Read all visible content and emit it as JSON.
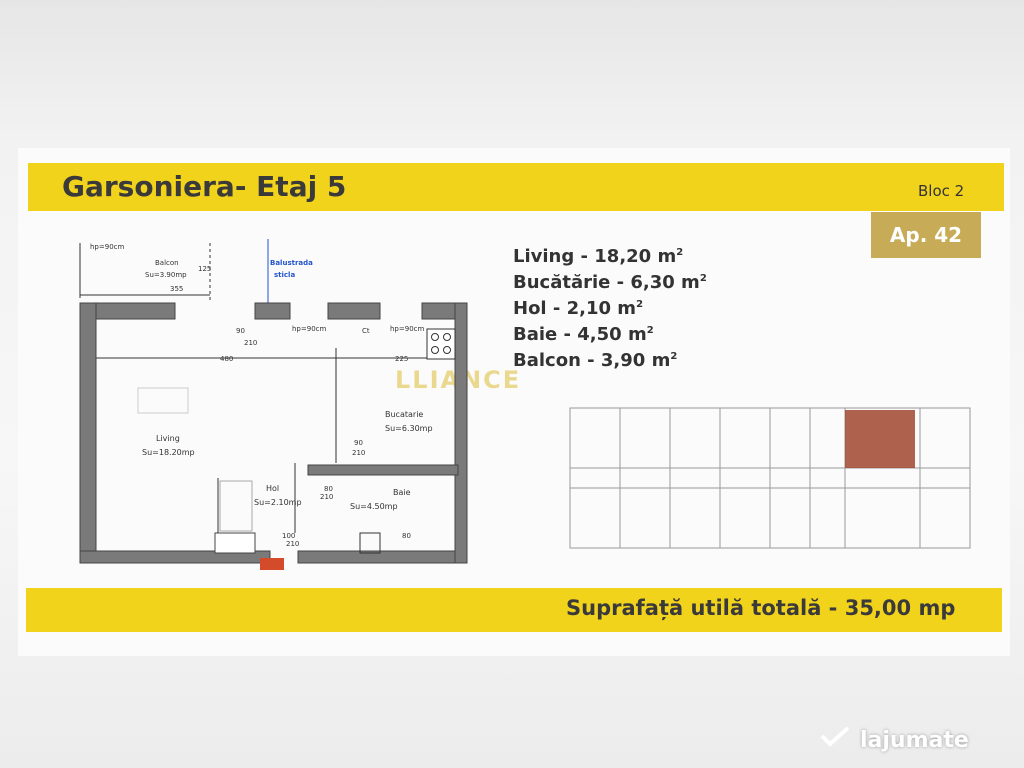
{
  "header": {
    "title": "Garsoniera- Etaj 5",
    "building": "Bloc 2",
    "apartment": "Ap. 42"
  },
  "rooms": [
    {
      "name": "Living",
      "area": "18,20 m",
      "unit_sup": "2"
    },
    {
      "name": "Bucătărie",
      "area": "6,30 m",
      "unit_sup": "2"
    },
    {
      "name": "Hol",
      "area": "2,10 m",
      "unit_sup": "2"
    },
    {
      "name": "Baie",
      "area": "4,50 m",
      "unit_sup": "2"
    },
    {
      "name": "Balcon",
      "area": "3,90 m",
      "unit_sup": "2"
    }
  ],
  "plan": {
    "hp_top": "hp=90cm",
    "balcon": {
      "name": "Balcon",
      "area": "Su=3.90mp",
      "width": "355",
      "depth": "125"
    },
    "balustrada": [
      "Balustrada",
      "sticla"
    ],
    "hp_window_1": "hp=90cm",
    "hp_window_2": "hp=90cm",
    "ct_label": "Ct",
    "door_balcon": [
      "90",
      "210"
    ],
    "dim_living": "480",
    "dim_kitchen": "225",
    "living": {
      "name": "Living",
      "area": "Su=18.20mp"
    },
    "bucatarie": {
      "name": "Bucatarie",
      "area": "Su=6.30mp"
    },
    "door_kitchen": [
      "90",
      "210"
    ],
    "hol": {
      "name": "Hol",
      "area": "Su=2.10mp"
    },
    "door_baie": [
      "80",
      "210"
    ],
    "baie": {
      "name": "Baie",
      "area": "Su=4.50mp"
    },
    "door_entry": [
      "100",
      "210"
    ],
    "door_side": "80"
  },
  "watermark": "LLIANCE",
  "total": "Suprafață utilă totală - 35,00 mp",
  "site": "lajumate",
  "colors": {
    "yellow": "#f2d31c",
    "badge": "#c7ab56",
    "highlight": "#a0462e"
  }
}
